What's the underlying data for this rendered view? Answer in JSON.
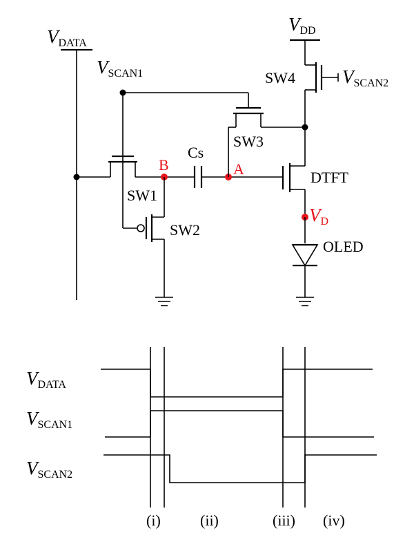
{
  "circuit": {
    "nets": {
      "vdata": {
        "symbol": "V",
        "sub": "DATA"
      },
      "vscan1": {
        "symbol": "V",
        "sub": "SCAN1"
      },
      "vscan2": {
        "symbol": "V",
        "sub": "SCAN2"
      },
      "vdd": {
        "symbol": "V",
        "sub": "DD"
      }
    },
    "switches": {
      "sw1": "SW1",
      "sw2": "SW2",
      "sw3": "SW3",
      "sw4": "SW4"
    },
    "capacitor": "Cs",
    "nodes": {
      "a": "A",
      "b": "B",
      "vd_symbol": "V",
      "vd_sub": "D"
    },
    "dtft": "DTFT",
    "oled": "OLED",
    "node_color": "#e8141b"
  },
  "timing": {
    "signals": [
      {
        "symbol": "V",
        "sub": "DATA"
      },
      {
        "symbol": "V",
        "sub": "SCAN1"
      },
      {
        "symbol": "V",
        "sub": "SCAN2"
      }
    ],
    "phases": [
      "(i)",
      "(ii)",
      "(iii)",
      "(iv)"
    ]
  }
}
